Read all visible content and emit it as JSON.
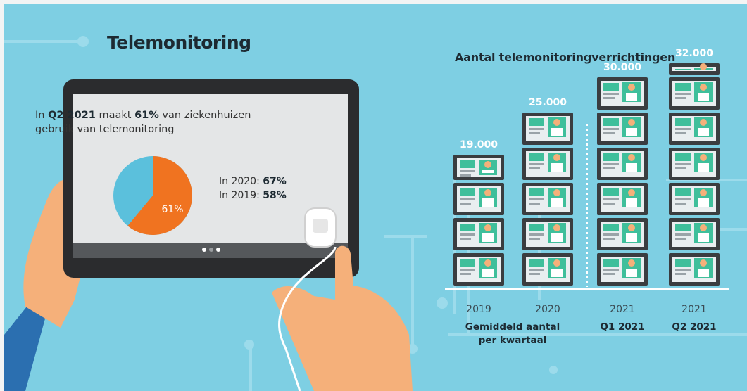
{
  "title": "Telemonitoring",
  "tablet": {
    "headline_parts": [
      "In ",
      "Q2 2021",
      " maakt ",
      "61%",
      " van ziekenhuizen gebruik van telemonitoring"
    ],
    "pie_label": "61%",
    "comparisons": [
      {
        "label": "In 2020: ",
        "value": "67%"
      },
      {
        "label": "In 2019: ",
        "value": "58%"
      }
    ]
  },
  "colors": {
    "background": "#7ecfe3",
    "pie_main": "#f07320",
    "pie_rest": "#5bc0dc",
    "tablet_frame": "#2b2c2e",
    "bar_card": "#3a3d40",
    "text_dark": "#1d2a32"
  },
  "chart_data": {
    "type": "bar",
    "title": "Aantal telemonitoringverrichtingen",
    "categories": [
      "2019",
      "2020",
      "2021",
      "2021"
    ],
    "category_labels": [
      "Gemiddeld aantal per kwartaal",
      "",
      "Q1 2021",
      "Q2 2021"
    ],
    "values": [
      19000,
      25000,
      30000,
      32000
    ],
    "value_labels": [
      "19.000",
      "25.000",
      "30.000",
      "32.000"
    ],
    "unit_per_icon": 5000,
    "ylim": [
      0,
      32000
    ],
    "grid": false
  },
  "pie_data": {
    "type": "pie",
    "values": [
      61,
      39
    ],
    "labels": [
      "61%",
      ""
    ]
  },
  "icons": [
    "tablet-icon",
    "hand-icon",
    "pulse-oximeter-icon",
    "doctor-screen-icon"
  ]
}
